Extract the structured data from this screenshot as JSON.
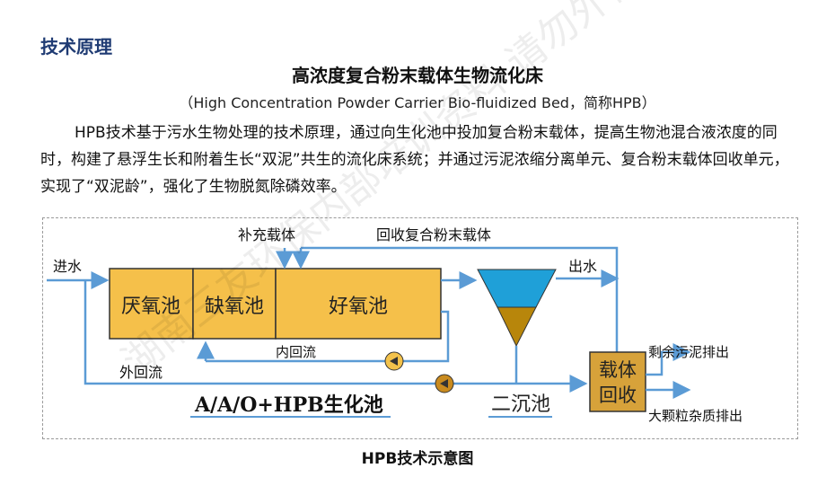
{
  "section_title": "技术原理",
  "main_title": "高浓度复合粉末载体生物流化床",
  "subtitle": "（High Concentration Powder Carrier Bio-fluidized Bed，简称HPB）",
  "paragraph": "HPB技术基于污水生物处理的技术原理，通过向生化池中投加复合粉末载体，提高生物池混合液浓度的同时，构建了悬浮生长和附着生长“双泥”共生的流化床系统；并通过污泥浓缩分离单元、复合粉末载体回收单元，实现了“双泥龄”，强化了生物脱氮除磷效率。",
  "caption": "HPB技术示意图",
  "watermark": "湖南三友环保内部培训资料 请勿外传 违者必究",
  "diagram": {
    "inlet": "进水",
    "outlet": "出水",
    "add_carrier": "补充载体",
    "recover_carrier": "回收复合粉末载体",
    "tanks": [
      "厌氧池",
      "缺氧池",
      "好氧池"
    ],
    "internal_reflux": "内回流",
    "external_reflux": "外回流",
    "process_name": "A/A/O+HPB生化池",
    "clarifier": "二沉池",
    "recovery_unit": [
      "载体",
      "回收"
    ],
    "excess_sludge": "剩余污泥排出",
    "impurities": "大颗粒杂质排出",
    "colors": {
      "tank_fill": "#f5c04a",
      "tank_border": "#333333",
      "flow_line": "#5b9bd5",
      "clarifier_water": "#1fa0d8",
      "clarifier_sludge": "#b8860b",
      "pump_fill": "#f3c24b",
      "recovery_fill": "#d7a23a",
      "section_title": "#1f3b73"
    }
  }
}
